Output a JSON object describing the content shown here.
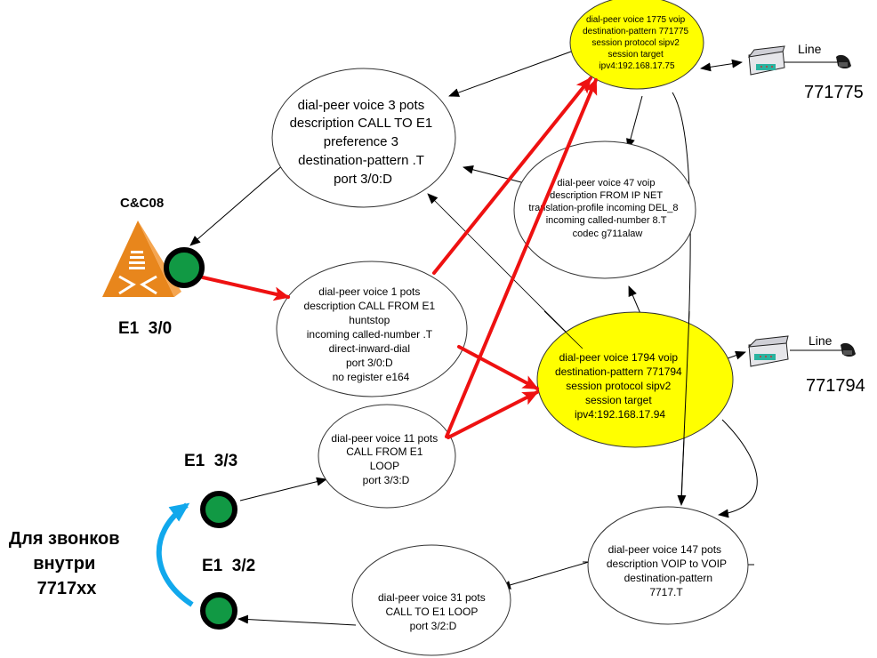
{
  "colors": {
    "voip_fill": "#ffff00",
    "pots_fill": "#ffffff",
    "red_path": "#ee1111",
    "port_green": "#119944",
    "loop_arrow": "#11a8ec",
    "switch_orange": "#e8861c"
  },
  "switch": {
    "label": "C&C08",
    "icon": "switch-pyramid-icon",
    "port_label": "E1  3/0"
  },
  "ports": [
    {
      "id": "e1-3-0",
      "label": "E1  3/0"
    },
    {
      "id": "e1-3-3",
      "label": "E1  3/3"
    },
    {
      "id": "e1-3-2",
      "label": "E1  3/2"
    }
  ],
  "loop_note": {
    "lines": [
      "Для звонков",
      "внутри",
      "7717xx"
    ]
  },
  "dial_peers": {
    "dp3": {
      "type": "pots",
      "lines": [
        "dial-peer voice 3 pots",
        "description CALL TO E1",
        "preference 3",
        "destination-pattern .T",
        "port 3/0:D"
      ]
    },
    "dp1": {
      "type": "pots",
      "lines": [
        "dial-peer voice 1 pots",
        "description CALL FROM E1",
        "huntstop",
        "incoming called-number .T",
        "direct-inward-dial",
        "port 3/0:D",
        "no register e164"
      ]
    },
    "dp11": {
      "type": "pots",
      "lines": [
        "dial-peer voice 11 pots",
        "CALL FROM E1",
        "LOOP",
        "port 3/3:D"
      ]
    },
    "dp31": {
      "type": "pots",
      "lines": [
        "dial-peer voice 31 pots",
        "CALL TO E1 LOOP",
        "port 3/2:D"
      ]
    },
    "dp147": {
      "type": "pots",
      "lines": [
        "dial-peer voice 147 pots",
        "description VOIP to VOIP",
        "destination-pattern",
        "7717.T"
      ]
    },
    "dp47": {
      "type": "voip",
      "lines": [
        "dial-peer voice 47 voip",
        "description FROM IP NET",
        "translation-profile incoming DEL_8",
        "incoming called-number 8.T",
        "codec g711alaw"
      ]
    },
    "dp1775": {
      "type": "voip",
      "lines": [
        "dial-peer voice 1775 voip",
        "destination-pattern 771775",
        "session protocol sipv2",
        "session target",
        "ipv4:192.168.17.75"
      ]
    },
    "dp1794": {
      "type": "voip",
      "lines": [
        "dial-peer voice 1794 voip",
        "destination-pattern 771794",
        "session protocol sipv2",
        "session target",
        "ipv4:192.168.17.94"
      ]
    }
  },
  "gateways": [
    {
      "id": "gw1775",
      "icon": "ip-gateway-icon",
      "line_label": "Line",
      "phone_icon": "telephone-icon",
      "number": "771775"
    },
    {
      "id": "gw1794",
      "icon": "ip-gateway-icon",
      "line_label": "Line",
      "phone_icon": "telephone-icon",
      "number": "771794"
    }
  ]
}
